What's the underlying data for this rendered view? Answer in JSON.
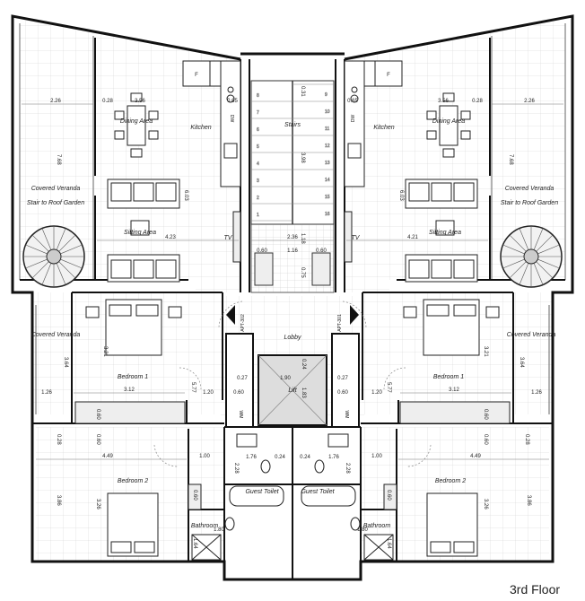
{
  "floor_label": "3rd Floor",
  "rooms": {
    "dining": "Dining Area",
    "kitchen": "Kitchen",
    "stairs": "Stairs",
    "covered_veranda": "Covered Veranda",
    "stair_roof": "Stair to Roof Garden",
    "sitting": "Sitting Area",
    "tv": "TV",
    "lobby": "Lobby",
    "lift": "Lift",
    "bedroom1": "Bedroom 1",
    "bedroom2": "Bedroom 2",
    "guest_toilet": "Guest Toilet",
    "bathroom": "Bathroom",
    "apt_left": "APT-302",
    "apt_right": "APT-301"
  },
  "fixtures": {
    "fridge": "F",
    "dishwasher": "DW",
    "wardrobe": "WM"
  },
  "stair_steps": [
    "1",
    "2",
    "3",
    "4",
    "5",
    "6",
    "7",
    "8",
    "9",
    "10",
    "11",
    "12",
    "13",
    "14",
    "15",
    "16"
  ],
  "dims_left": {
    "veranda_w": "2.26",
    "wall": "0.28",
    "dining_w": "3.56",
    "small": "0.65",
    "veranda_h": "7.68",
    "sitting_h": "6.03",
    "sitting_w": "4.23",
    "cv_h": "3.64",
    "cv_w": "1.26",
    "bed1_h": "3.21",
    "bed1_w": "3.12",
    "bed1_side": "5.77",
    "hall": "1.20",
    "wardrobe_d": "0.60",
    "wall2": "0.28",
    "bed2_w": "4.49",
    "bed2_h": "3.86",
    "bed2_inner": "3.26",
    "door": "1.00",
    "wc_h": "2.28",
    "wc_w": "1.76",
    "wc_wall": "0.24",
    "bath_d": "0.60",
    "bath_w": "1.80",
    "bath_h": "1.64"
  },
  "dims_right": {
    "veranda_w": "2.26",
    "wall": "0.28",
    "dining_w": "3.56",
    "small": "0.65",
    "veranda_h": "7.68",
    "sitting_h": "6.03",
    "sitting_w": "4.21",
    "cv_h": "3.64",
    "cv_w": "1.26",
    "bed1_h": "3.21",
    "bed1_w": "3.12",
    "bed1_side": "5.77",
    "hall": "1.20",
    "wardrobe_d": "0.60",
    "wall2": "0.28",
    "bed2_w": "4.49",
    "bed2_h": "3.86",
    "bed2_inner": "3.26",
    "door": "1.00",
    "wc_h": "2.28",
    "wc_w": "1.76",
    "wc_wall": "0.24",
    "bath_d": "0.60",
    "bath_w": "1.80",
    "bath_h": "1.64"
  },
  "dims_center": {
    "stair_w": "2.36",
    "stair_h": "3.98",
    "top": "0.31",
    "landing": "0.60",
    "landing_c": "1.16",
    "landing_d": "1.18",
    "corridor": "0.75",
    "lift_w": "1.90",
    "lift_wall": "0.24",
    "lift_h": "1.83",
    "lift_side": "0.27",
    "lift_gap": "0.60"
  }
}
